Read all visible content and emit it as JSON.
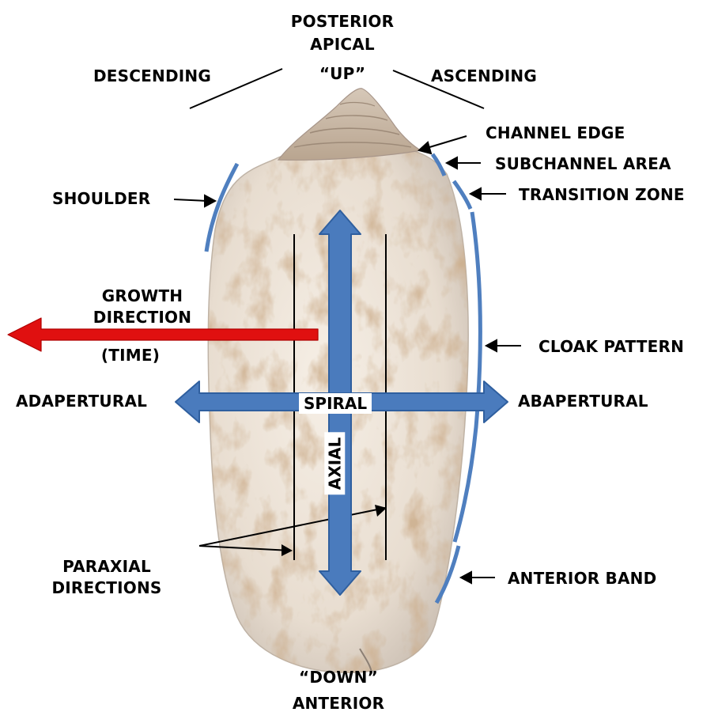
{
  "labels": {
    "posterior": "POSTERIOR",
    "apical": "APICAL",
    "up": "“UP”",
    "descending": "DESCENDING",
    "ascending": "ASCENDING",
    "channel_edge": "CHANNEL EDGE",
    "subchannel_area": "SUBCHANNEL AREA",
    "transition_zone": "TRANSITION ZONE",
    "shoulder": "SHOULDER",
    "growth_direction_line1": "GROWTH",
    "growth_direction_line2": "DIRECTION",
    "time": "(TIME)",
    "cloak_pattern": "CLOAK PATTERN",
    "adapertural": "ADAPERTURAL",
    "abapertural": "ABAPERTURAL",
    "spiral": "SPIRAL",
    "axial": "AXIAL",
    "paraxial_line1": "PARAXIAL",
    "paraxial_line2": "DIRECTIONS",
    "anterior_band": "ANTERIOR BAND",
    "down": "“DOWN”",
    "anterior": "ANTERIOR"
  },
  "colors": {
    "band_blue": "#4f7fbf",
    "arrow_blue": "#4a7bbd",
    "arrow_blue_edge": "#2f5f9f",
    "growth_red": "#e01010",
    "shell_base": "#ece2d6",
    "shell_pattern": "#a0714a"
  }
}
